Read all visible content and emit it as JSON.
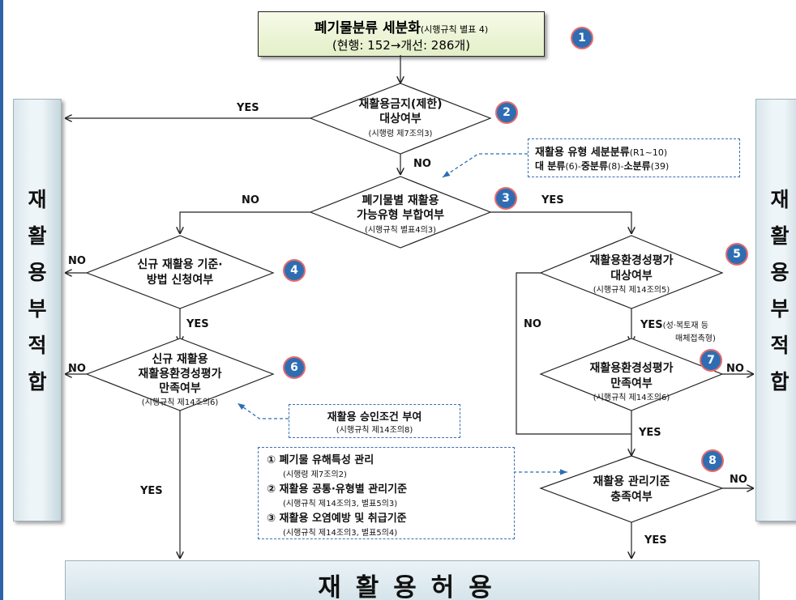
{
  "top": {
    "title": "폐기물분류 세분화",
    "title_ref": "(시행규칙 별표 4)",
    "subtitle": "(현행: 152→개선: 286개)"
  },
  "sidebar_left": [
    "재",
    "활",
    "용",
    "부",
    "적",
    "합"
  ],
  "sidebar_right": [
    "재",
    "활",
    "용",
    "부",
    "적",
    "합"
  ],
  "bottom": {
    "label": "재활용허용"
  },
  "decisions": {
    "d2": {
      "line1": "재활용금지(제한)",
      "line2": "대상여부",
      "ref": "(시행령 제7조의3)"
    },
    "d3": {
      "line1": "폐기물별 재활용",
      "line2": "가능유형 부합여부",
      "ref": "(시행규칙 별표4의3)"
    },
    "d4": {
      "line1": "신규 재활용 기준·",
      "line2": "방법 신청여부"
    },
    "d5": {
      "line1": "재활용환경성평가",
      "line2": "대상여부",
      "ref": "(시행규칙 제14조의5)"
    },
    "d6": {
      "line1": "신규 재활용",
      "line2": "재활용환경성평가",
      "line3": "만족여부",
      "ref": "(시행규칙 제14조의6)"
    },
    "d7": {
      "line1": "재활용환경성평가",
      "line2": "만족여부",
      "ref": "(시행규칙 제14조의6)"
    },
    "d8": {
      "line1": "재활용 관리기준",
      "line2": "충족여부"
    }
  },
  "badges": [
    "1",
    "2",
    "3",
    "4",
    "5",
    "6",
    "7",
    "8"
  ],
  "labels": {
    "yes": "YES",
    "no": "NO",
    "yes_material": "YES",
    "material_note1": "(성·복토재 등",
    "material_note2": "매체접촉형)"
  },
  "notes": {
    "classification": {
      "line1_main": "재활용 유형 세분분류",
      "line1_ref": "(R1~10)",
      "line2_a": "대 분류",
      "line2_a_n": "(6)-",
      "line2_b": "중분류",
      "line2_b_n": "(8)-",
      "line2_c": "소분류",
      "line2_c_n": "(39)"
    },
    "approval": {
      "line1": "재활용 승인조건 부여",
      "line2": "(시행규칙 제14조의8)"
    },
    "management": [
      {
        "title": "① 폐기물 유해특성 관리",
        "ref": "(시행령 제7조의2)"
      },
      {
        "title": "② 재활용 공통·유형별 관리기준",
        "ref": "(시행규칙 제14조의3, 별표5의3)"
      },
      {
        "title": "③ 재활용 오염예방 및 취급기준",
        "ref": "(시행규칙 제14조의3, 별표5의4)"
      }
    ]
  }
}
